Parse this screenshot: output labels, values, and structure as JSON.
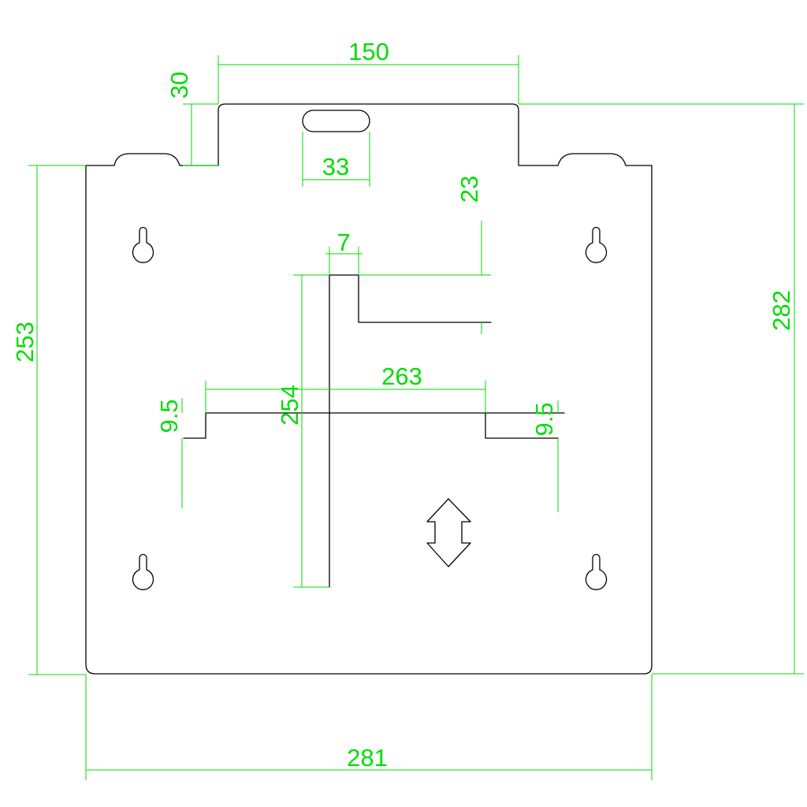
{
  "colors": {
    "outline": "#000000",
    "dimension": "#00dd00",
    "background": "#ffffff"
  },
  "dimensions": {
    "top_tab_width": "150",
    "tab_height": "30",
    "slot_width": "33",
    "notch_offset": "23",
    "vertical_slot_width": "7",
    "horizontal_slot_length": "263",
    "left_offset": "9.5",
    "right_offset": "9.5",
    "vertical_slot_length": "254",
    "plate_height": "253",
    "total_height": "282",
    "plate_width": "281"
  },
  "icons": [
    "keyhole-icon",
    "double-arrow-icon"
  ]
}
